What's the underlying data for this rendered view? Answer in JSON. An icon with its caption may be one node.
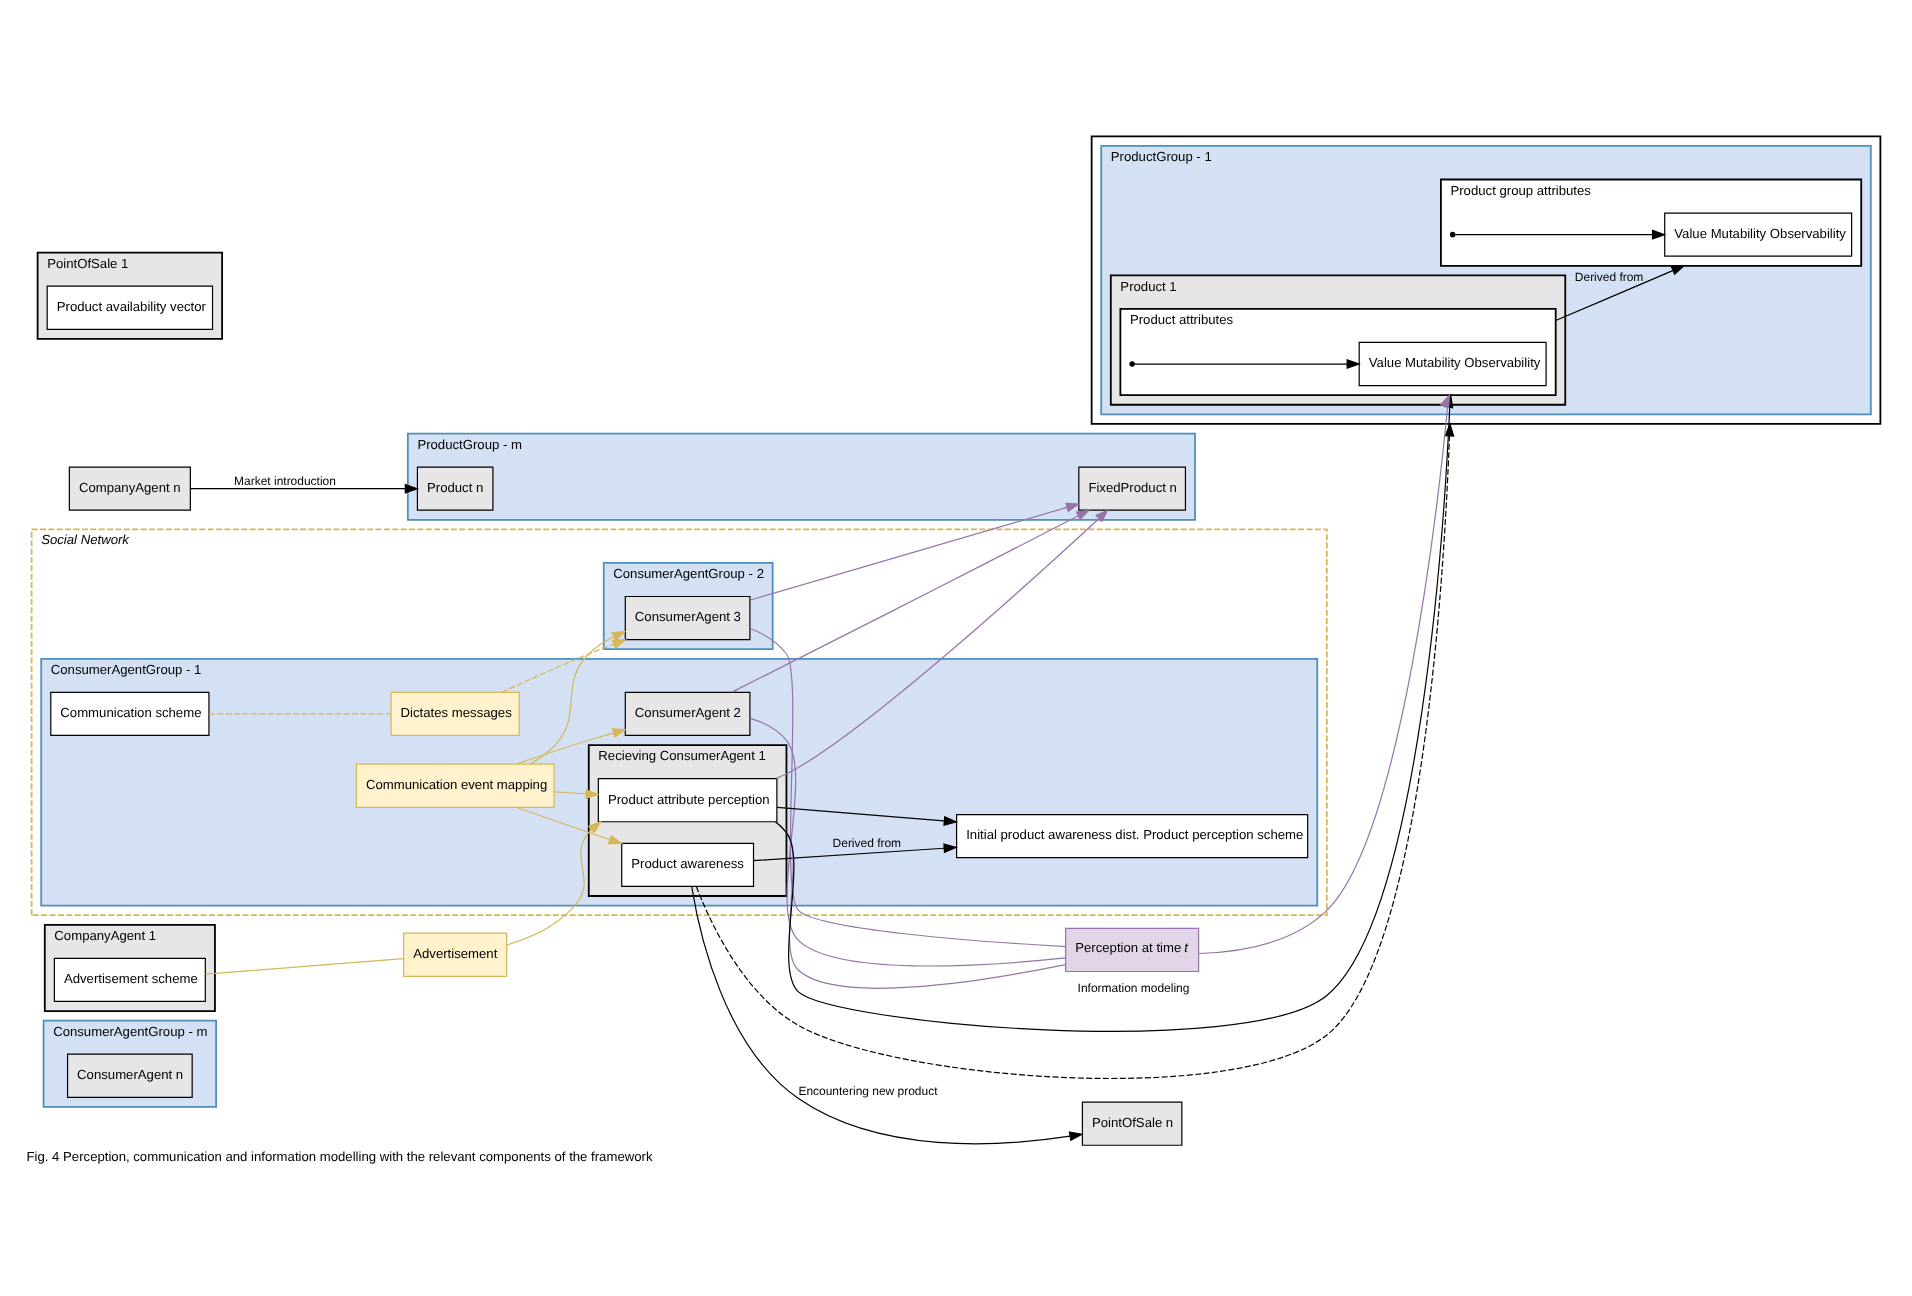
{
  "diagram": {
    "caption": "Fig. 4 Perception, communication and information modelling with the relevant components of the framework",
    "nodes": [
      {
        "text": [
          "ConsumerAgentGroup - m"
        ]
      },
      {
        "text": [
          "ConsumerAgent n"
        ],
        "in": 0
      },
      {
        "text": [
          "Social Network"
        ]
      },
      {
        "text": [
          "ConsumerAgentGroup - 2"
        ],
        "in": 2
      },
      {
        "text": [
          "ConsumerAgent 3"
        ],
        "in": 3
      },
      {
        "text": [
          "ConsumerAgentGroup - 1"
        ],
        "in": 2
      },
      {
        "text": [
          "Initial product awareness dist. Product perception scheme"
        ],
        "in": 5
      },
      {
        "text": [
          "Communication scheme"
        ],
        "in": 5
      },
      {
        "text": [
          "Dictates messages"
        ],
        "in": 5
      },
      {
        "text": [
          "ConsumerAgent 2"
        ],
        "in": 5
      },
      {
        "text": [
          "Recieving ConsumerAgent 1"
        ],
        "in": 5
      },
      {
        "text": [
          "Product awareness"
        ],
        "in": 10
      },
      {
        "text": [
          "Product attribute perception"
        ],
        "in": 10
      },
      {
        "text": [
          "Communication event mapping"
        ],
        "in": 5
      },
      {
        "text": [
          "Perception at time *t*"
        ]
      },
      {
        "text": [],
        "shape": "box"
      },
      {
        "text": [
          "ProductGroup - 1"
        ],
        "in": 15
      },
      {
        "text": [
          "Product 1"
        ],
        "in": 16
      },
      {
        "text": [
          "Product attributes"
        ],
        "in": 17
      },
      {
        "text": [
          "Value Mutability Observability"
        ],
        "in": 18
      },
      {
        "text": [
          "Product group attributes"
        ],
        "in": 16
      },
      {
        "text": [
          "Value Mutability Observability"
        ],
        "in": 20
      },
      {
        "text": [
          "ProductGroup - m"
        ]
      },
      {
        "text": [
          "FixedProduct n"
        ],
        "in": 22
      },
      {
        "text": [
          "Product n"
        ],
        "in": 22
      },
      {
        "text": [
          "PointOfSale n"
        ]
      },
      {
        "text": [
          "PointOfSale 1"
        ]
      },
      {
        "text": [
          "Product availability vector"
        ],
        "in": 26
      },
      {
        "text": [
          "Advertisement"
        ]
      },
      {
        "text": [
          "CompanyAgent n"
        ]
      },
      {
        "text": [
          "CompanyAgent 1"
        ]
      },
      {
        "text": [
          "Advertisement scheme"
        ],
        "in": 30
      }
    ],
    "edges": [
      {
        "from": 7,
        "to": 8,
        "arrow": "none",
        "style": "dashed",
        "color": "#d6b656"
      },
      {
        "from": 8,
        "to": 4,
        "arrow": "to",
        "style": "dashed",
        "color": "#d6b656"
      },
      {
        "from": 13,
        "to": 4,
        "arrow": "to",
        "color": "#d6b656"
      },
      {
        "from": 13,
        "to": 9,
        "arrow": "to",
        "color": "#d6b656"
      },
      {
        "from": 13,
        "to": 11,
        "arrow": "to",
        "color": "#d6b656"
      },
      {
        "from": 13,
        "to": 12,
        "arrow": "to",
        "color": "#d6b656"
      },
      {
        "from": 11,
        "to": 6,
        "arrow": "to",
        "label": "Derived from",
        "color": "#000000"
      },
      {
        "from": 12,
        "to": 6,
        "arrow": "to",
        "color": "#000000"
      },
      {
        "from": 4,
        "to": 14,
        "arrow": "none",
        "color": "#9673a6"
      },
      {
        "from": 9,
        "to": 14,
        "arrow": "none",
        "color": "#9673a6"
      },
      {
        "from": 12,
        "to": 14,
        "arrow": "none",
        "color": "#9673a6"
      },
      {
        "from": 14,
        "to": 18,
        "arrow": "to",
        "color": "#9673a6"
      },
      {
        "from": 4,
        "to": 23,
        "arrow": "to",
        "color": "#9673a6"
      },
      {
        "from": 9,
        "to": 23,
        "arrow": "to",
        "color": "#9673a6"
      },
      {
        "from": 12,
        "to": 23,
        "arrow": "to",
        "color": "#9673a6"
      },
      {
        "from": 12,
        "to": 18,
        "arrow": "to",
        "label": "Information modeling",
        "color": "#000000"
      },
      {
        "from": 11,
        "to": 15,
        "arrow": "to",
        "style": "dashed",
        "color": "#000000"
      },
      {
        "from": 18,
        "to": 20,
        "arrow": "to",
        "label": "Derived from",
        "color": "#000000"
      },
      {
        "from": 18,
        "to": 19,
        "arrow": "to",
        "color": "#000000"
      },
      {
        "from": 20,
        "to": 21,
        "arrow": "to",
        "color": "#000000"
      },
      {
        "from": 11,
        "to": 25,
        "arrow": "to",
        "label": "Encountering new product",
        "color": "#000000"
      },
      {
        "from": 31,
        "to": 28,
        "arrow": "none",
        "color": "#d6b656"
      },
      {
        "from": 28,
        "to": 12,
        "arrow": "to",
        "color": "#d6b656"
      },
      {
        "from": 29,
        "to": 24,
        "arrow": "to",
        "label": "Market introduction",
        "color": "#000000"
      }
    ]
  }
}
